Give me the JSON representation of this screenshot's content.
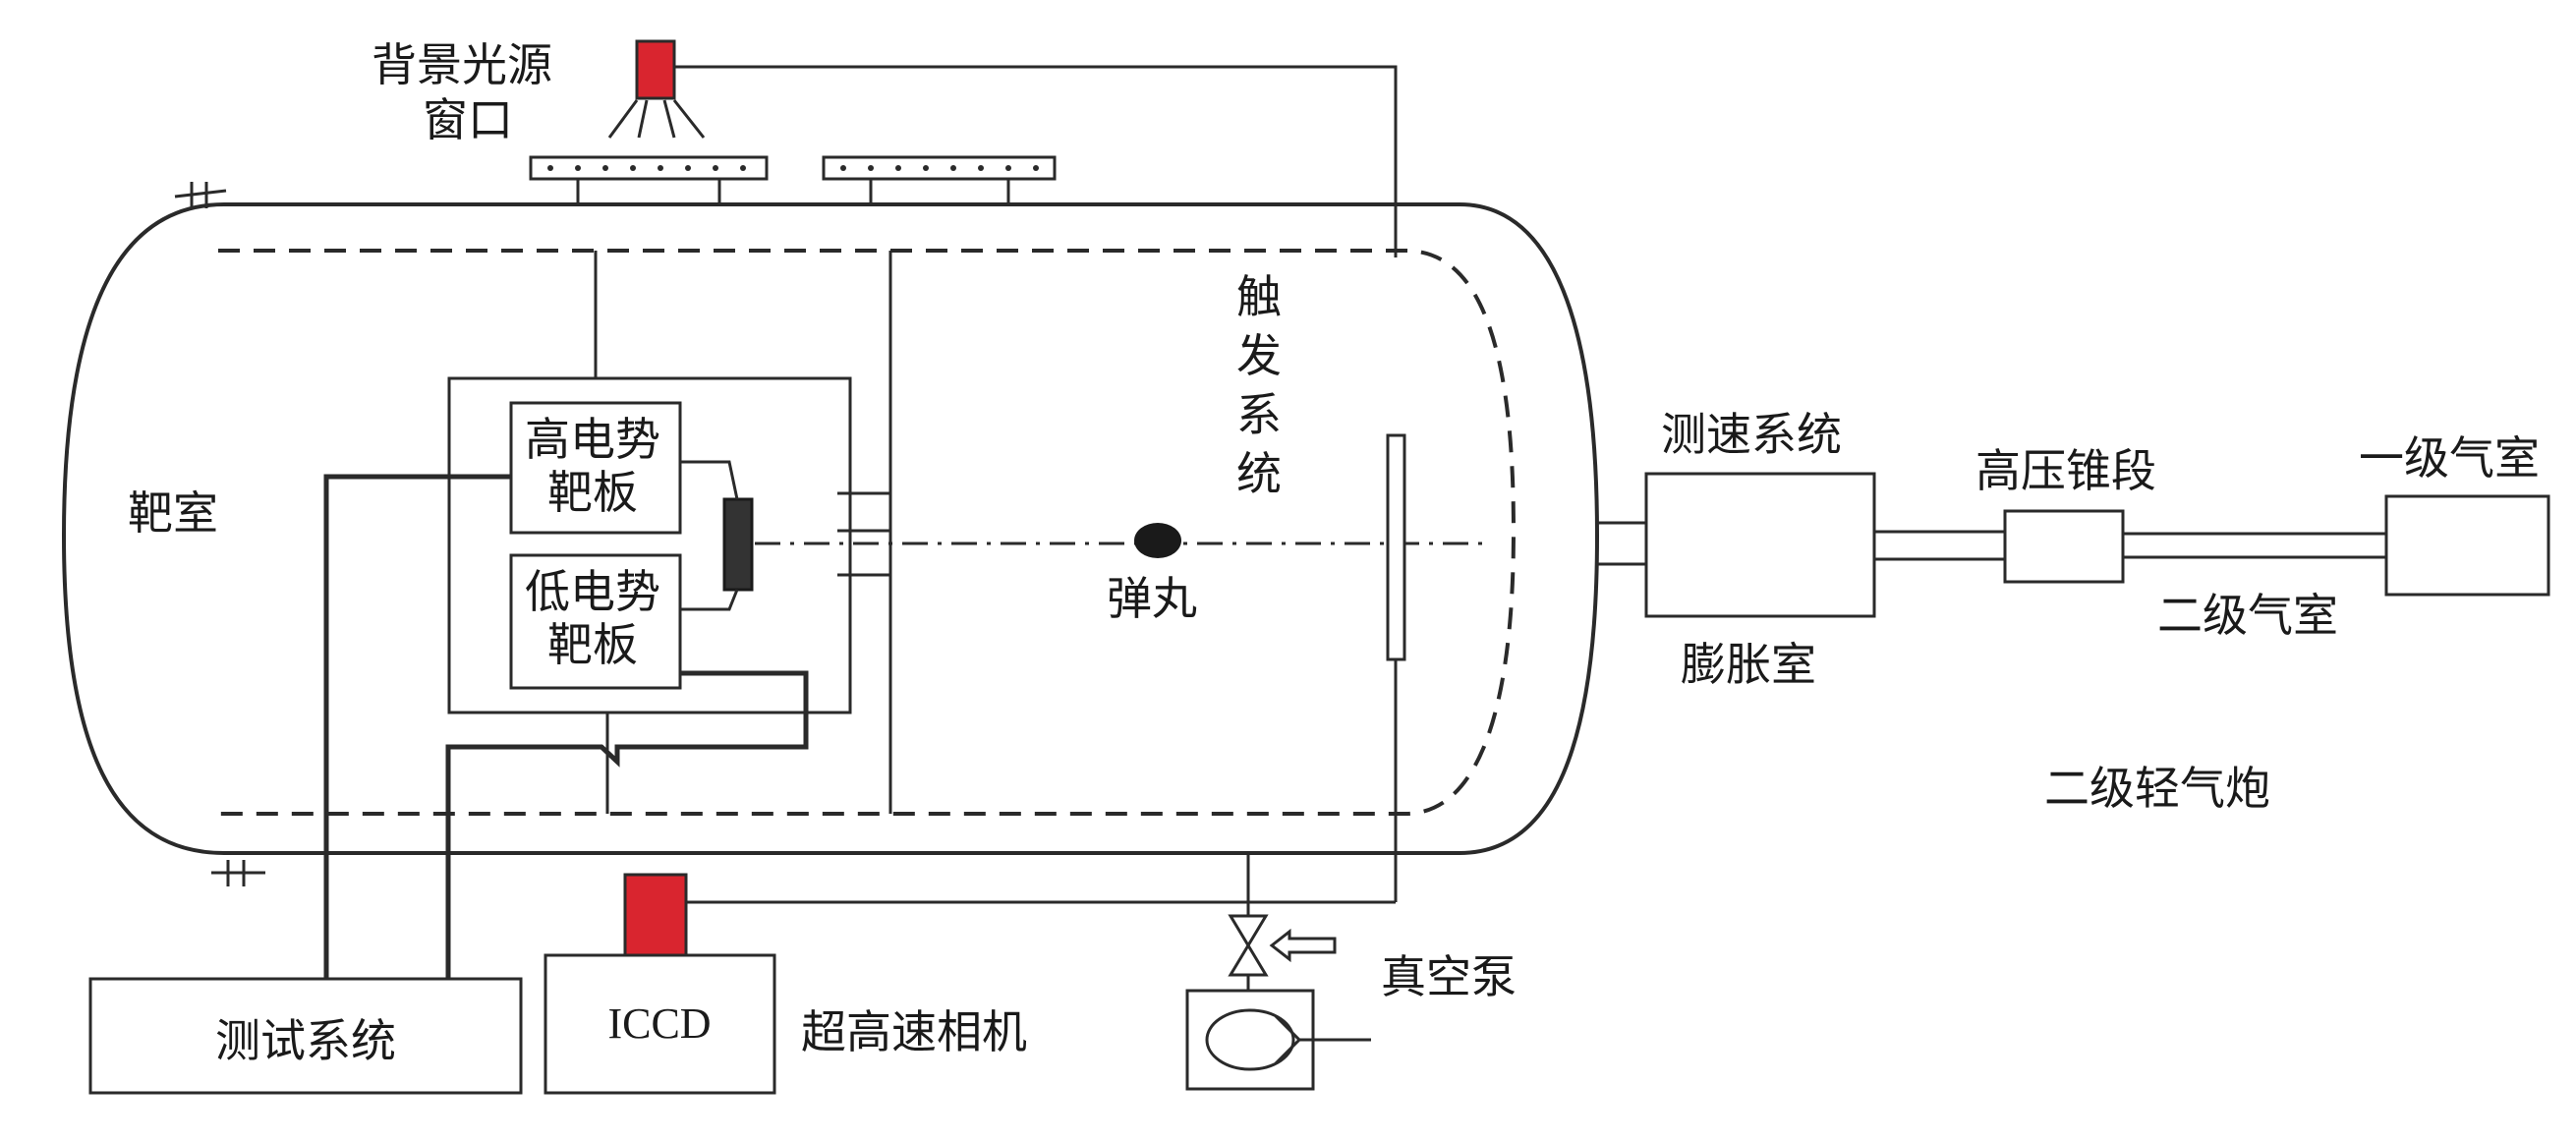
{
  "labels": {
    "background_light_window_line1": "背景光源",
    "background_light_window_line2": "窗口",
    "target_chamber": "靶室",
    "high_potential_target_line1": "高电势",
    "high_potential_target_line2": "靶板",
    "low_potential_target_line1": "低电势",
    "low_potential_target_line2": "靶板",
    "trigger_system": [
      "触",
      "发",
      "系",
      "统"
    ],
    "projectile": "弹丸",
    "velocity_measurement": "测速系统",
    "expansion_chamber": "膨胀室",
    "high_pressure_cone": "高压锥段",
    "first_stage_chamber": "一级气室",
    "second_stage_chamber": "二级气室",
    "two_stage_light_gas_gun": "二级轻气炮",
    "test_system": "测试系统",
    "iccd": "ICCD",
    "ultra_high_speed_camera": "超高速相机",
    "vacuum_pump": "真空泵"
  },
  "colors": {
    "light_source": "#d9252f",
    "line": "#2a2a2a",
    "target_plate": "#333333"
  }
}
